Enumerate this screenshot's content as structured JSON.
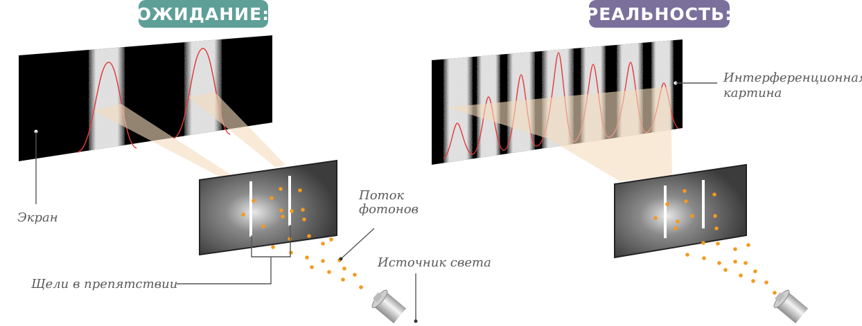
{
  "colors": {
    "expectation_badge": "#5e9f98",
    "reality_badge": "#7b709c",
    "photon": "#f39a1e",
    "curve": "#e23a3a",
    "beam": "#f3dcbc"
  },
  "expectation": {
    "title": "ОЖИДАНИЕ:",
    "labels": {
      "screen": "Экран",
      "slits": "Щели в препятствии",
      "photon_stream_line1": "Поток",
      "photon_stream_line2": "фотонов",
      "light_source": "Источник света"
    }
  },
  "reality": {
    "title": "РЕАЛЬНОСТЬ:",
    "labels": {
      "interference_line1": "Интерференционная",
      "interference_line2": "картина"
    }
  },
  "icons": [
    "flashlight-icon",
    "photon-dot-icon"
  ]
}
